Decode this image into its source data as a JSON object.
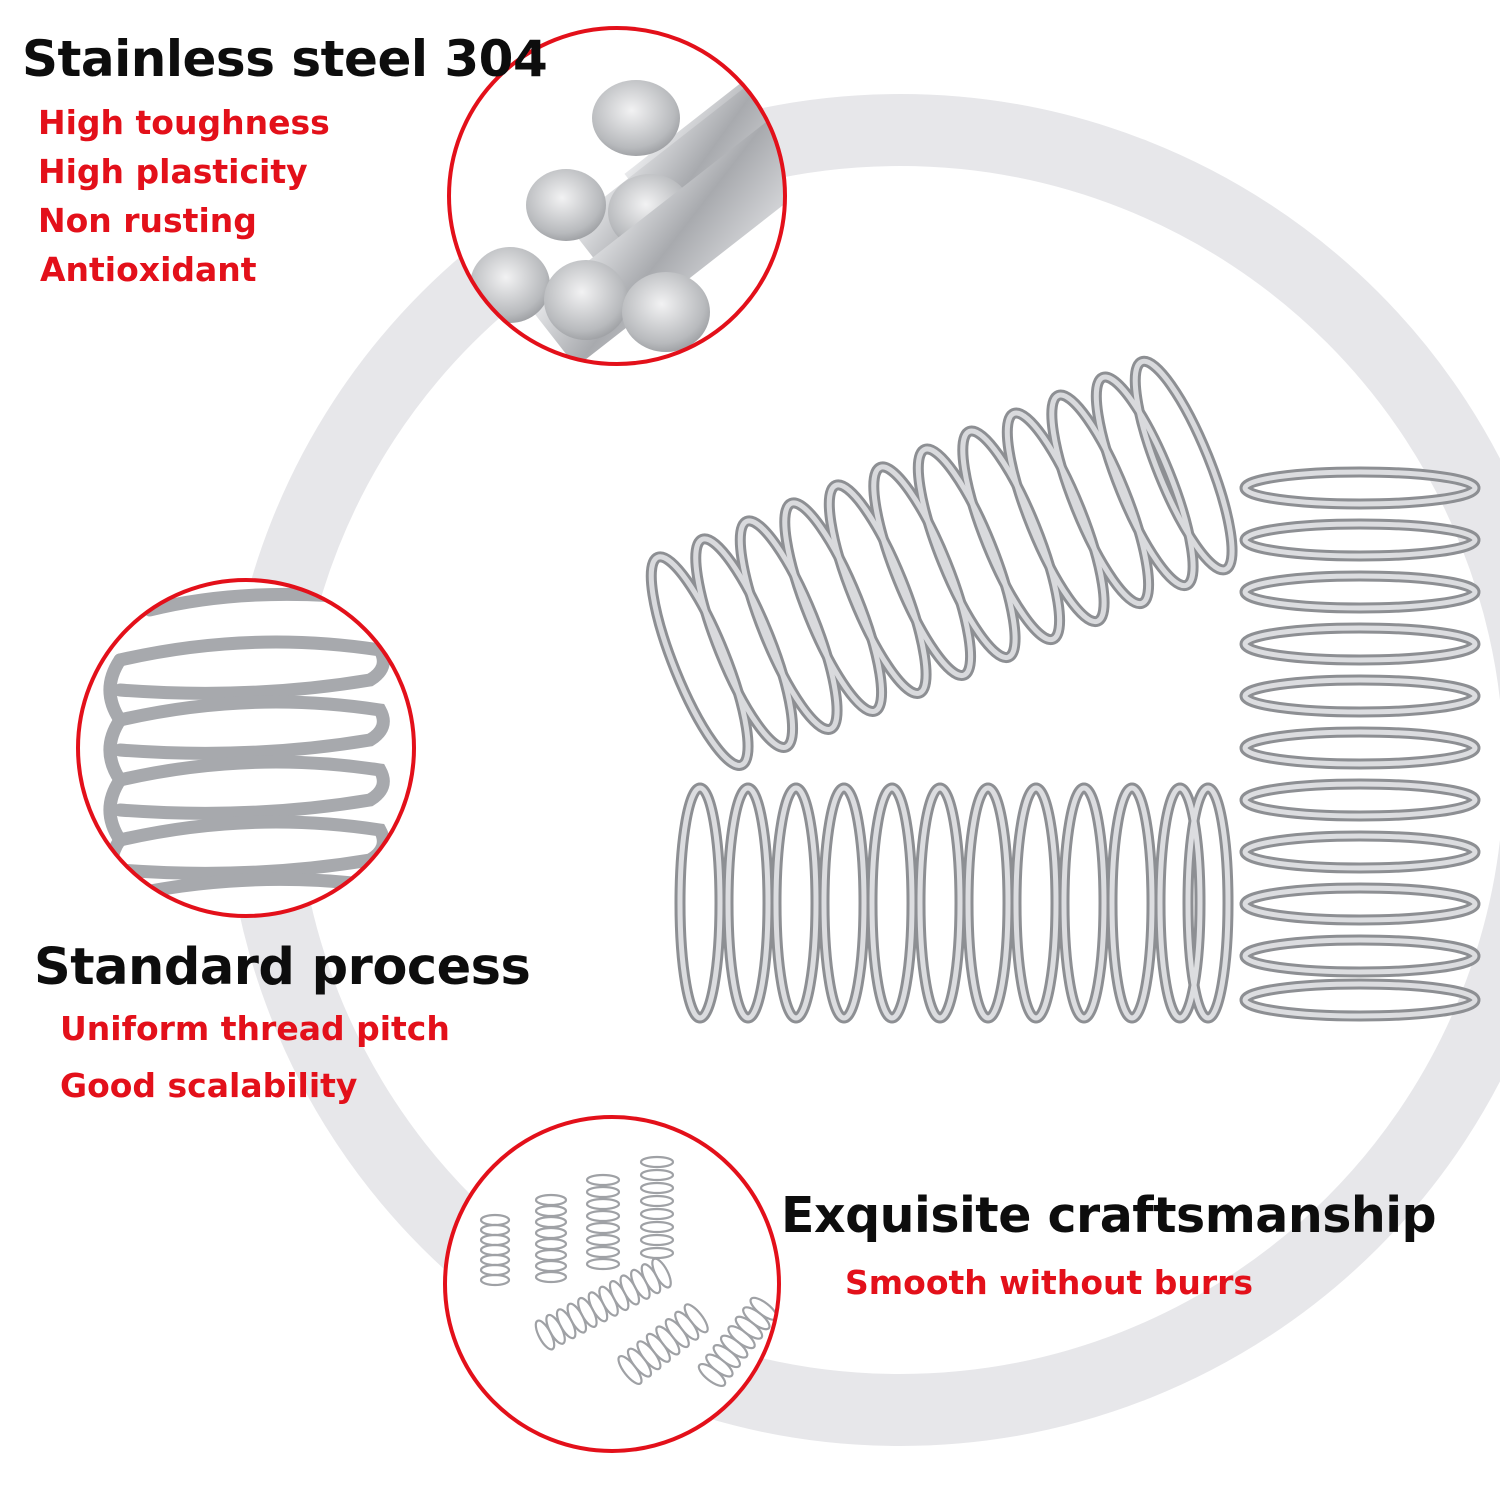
{
  "sections": {
    "material": {
      "heading": "Stainless steel 304",
      "features": [
        "High toughness",
        "High plasticity",
        "Non rusting",
        "Antioxidant"
      ]
    },
    "process": {
      "heading": "Standard process",
      "features": [
        "Uniform thread pitch",
        "Good scalability"
      ]
    },
    "craft": {
      "heading": "Exquisite craftsmanship",
      "features": [
        "Smooth without burrs"
      ]
    }
  },
  "colors": {
    "heading": "#0d0d0d",
    "feature": "#e3101a",
    "badge_border": "#e3101a",
    "ring": "#e7e7ea",
    "metal": "#a9abaf"
  },
  "icons": {
    "material_badge": "steel-rods-icon",
    "process_badge": "spring-closeup-icon",
    "craft_badge": "small-springs-icon",
    "product": "compression-springs-image"
  }
}
